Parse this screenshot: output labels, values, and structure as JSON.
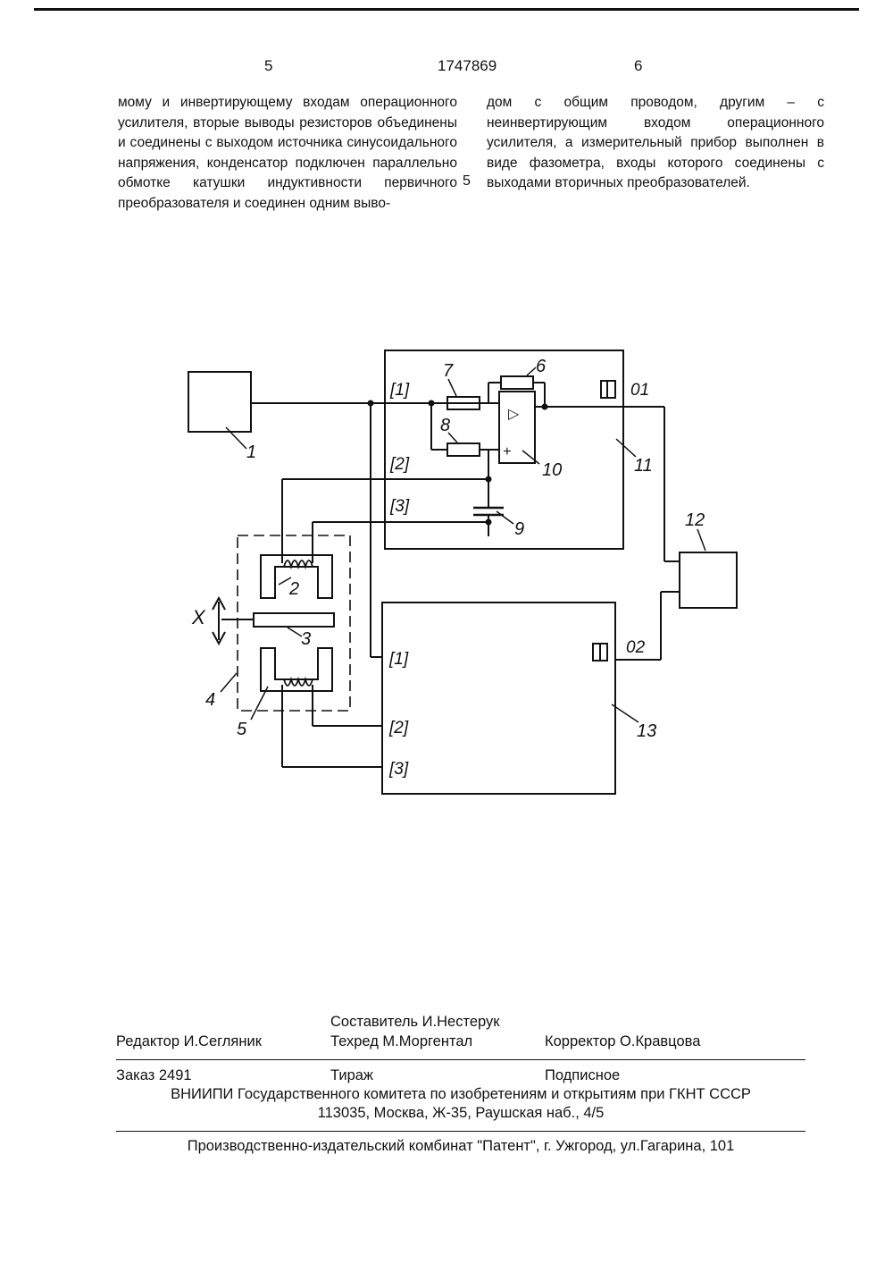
{
  "header": {
    "page_left": "5",
    "patent_number": "1747869",
    "page_right": "6"
  },
  "body_text": {
    "left_column": "мому и инвертирующему входам операционного усилителя, вторые выводы резисторов объединены и соединены с выходом источника синусоидального напряжения, конденсатор подключен параллельно обмотке катушки индуктивности первичного преобразователя и соединен одним выво-",
    "right_column": "дом с общим проводом, другим – с неинвертирующим входом операционного усилителя, а измерительный прибор выполнен в виде фазометра, входы которого соединены с выходами вторичных преобразователей.",
    "line_number": "5"
  },
  "diagram": {
    "ref_labels": {
      "n1": "1",
      "n2": "2",
      "n3": "3",
      "n4": "4",
      "n5": "5",
      "n6": "6",
      "n7": "7",
      "n8": "8",
      "n9": "9",
      "n10": "10",
      "n11": "11",
      "n12": "12",
      "n13": "13"
    },
    "block11_ports": {
      "p1": "[1]",
      "p2": "[2]",
      "p3": "[3]",
      "out": "01"
    },
    "block13_ports": {
      "p1": "[1]",
      "p2": "[2]",
      "p3": "[3]",
      "out": "02"
    },
    "opamp_minus": "▷",
    "opamp_plus": "+",
    "displacement_label": "X"
  },
  "footer": {
    "compiler": "Составитель И.Нестерук",
    "editor": "Редактор И.Сегляник",
    "techred": "Техред М.Моргентал",
    "corrector": "Корректор О.Кравцова",
    "order": "Заказ 2491",
    "circulation": "Тираж",
    "subscription": "Подписное",
    "org_line": "ВНИИПИ Государственного комитета по изобретениям и открытиям при ГКНТ СССР",
    "address_line": "113035, Москва, Ж-35, Раушская наб., 4/5",
    "publisher_line": "Производственно-издательский комбинат \"Патент\", г. Ужгород, ул.Гагарина, 101"
  }
}
